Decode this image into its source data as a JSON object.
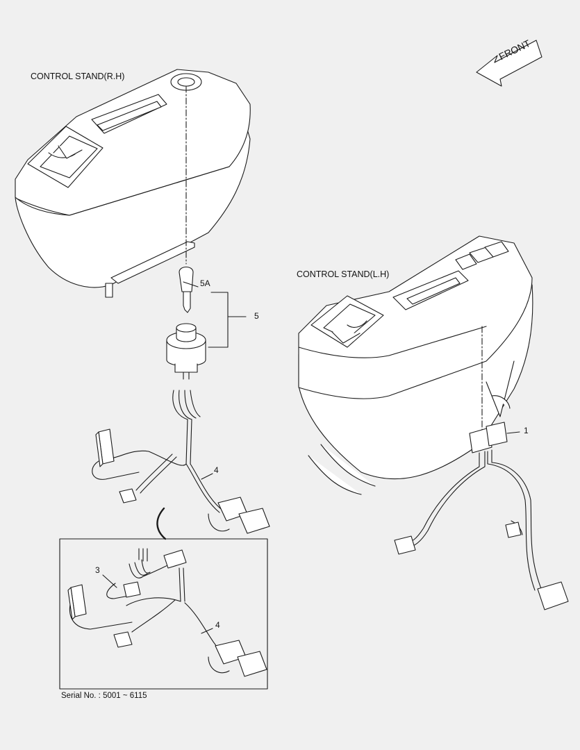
{
  "labels": {
    "stand_rh": "CONTROL STAND(R.H)",
    "stand_lh": "CONTROL STAND(L.H)",
    "front": "FRONT",
    "serial": "Serial No. : 5001 ~ 6115"
  },
  "callouts": {
    "p1": "1",
    "p3": "3",
    "p4_main": "4",
    "p4_inset": "4",
    "p5": "5",
    "p5a": "5A"
  },
  "colors": {
    "line": "#1a1a1a",
    "background": "#f0f0f0",
    "part_fill": "#ffffff"
  }
}
